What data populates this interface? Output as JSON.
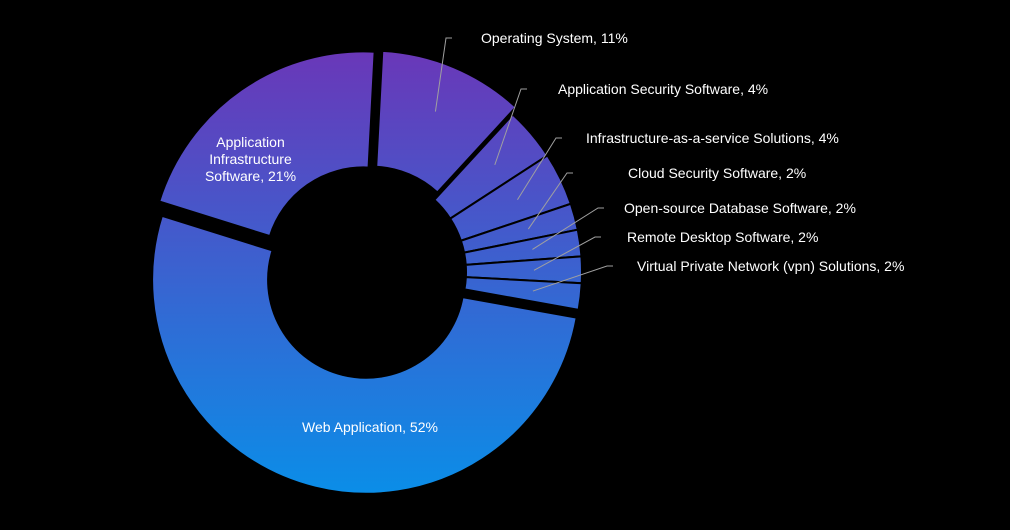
{
  "chart_data": {
    "type": "pie",
    "variant": "donut",
    "title": "",
    "legend": "none",
    "colors": {
      "slice_top": "#6a37b8",
      "slice_bottom": "#0a8ee8",
      "leader_line": "#a0a0a0",
      "label_text": "#ffffff",
      "background": "#000000"
    },
    "slices": [
      {
        "name": "Operating System",
        "value": 11,
        "label": "Operating System, 11%"
      },
      {
        "name": "Application Security Software",
        "value": 4,
        "label": "Application Security Software, 4%"
      },
      {
        "name": "Infrastructure-as-a-service Solutions",
        "value": 4,
        "label": "Infrastructure-as-a-service Solutions, 4%"
      },
      {
        "name": "Cloud Security Software",
        "value": 2,
        "label": "Cloud Security Software, 2%"
      },
      {
        "name": "Open-source Database Software",
        "value": 2,
        "label": "Open-source Database Software, 2%"
      },
      {
        "name": "Remote Desktop Software",
        "value": 2,
        "label": "Remote Desktop Software, 2%"
      },
      {
        "name": "Virtual Private Network (vpn) Solutions",
        "value": 2,
        "label": "Virtual Private Network (vpn) Solutions, 2%"
      },
      {
        "name": "Web Application",
        "value": 52,
        "label": "Web Application, 52%"
      },
      {
        "name": "Application Infrastructure Software",
        "value": 21,
        "label": "Application Infrastructure Software, 21%"
      }
    ]
  }
}
